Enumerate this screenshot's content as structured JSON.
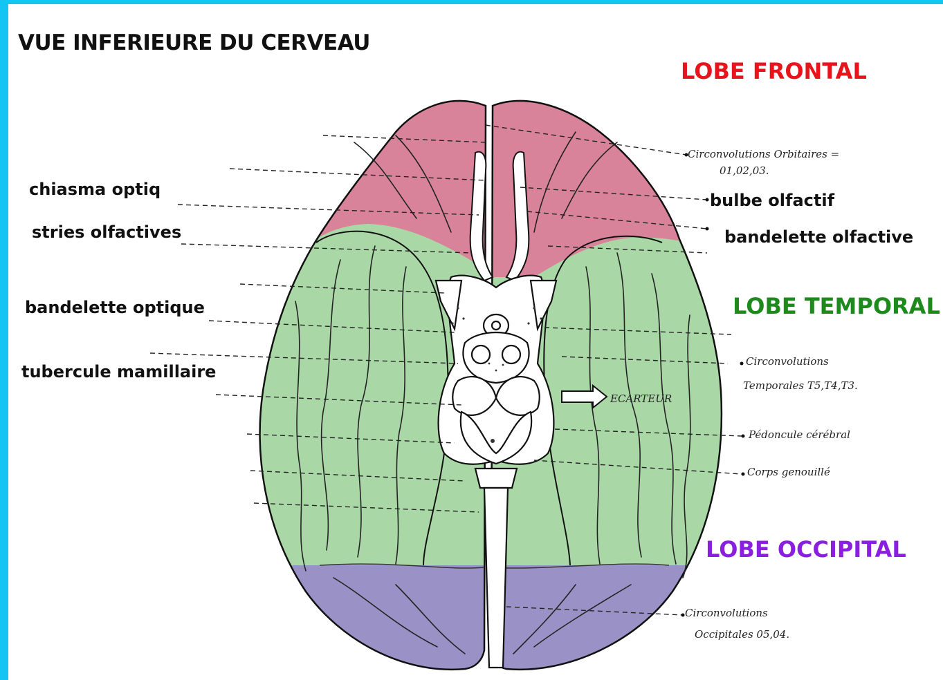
{
  "title": "VUE INFERIEURE DU CERVEAU",
  "lobes": {
    "frontal": "LOBE FRONTAL",
    "temporal": "LOBE TEMPORAL",
    "occipital": "LOBE OCCIPITAL"
  },
  "left_labels": {
    "chiasma": "chiasma optiq",
    "stries": "stries olfactives",
    "bandelette_optique": "bandelette optique",
    "tubercule": "tubercule mamillaire"
  },
  "right_labels": {
    "bulbe": "bulbe olfactif",
    "bandelette_olfactive": "bandelette olfactive"
  },
  "handwritten": {
    "orbitaires_1": "Circonvolutions Orbitaires =",
    "orbitaires_2": "01,02,03.",
    "temporales_1": "Circonvolutions",
    "temporales_2": "Temporales T5,T4,T3.",
    "ecarteur": "ECARTEUR",
    "pedoncule": "Pédoncule cérébral",
    "corps": "Corps genouillé",
    "occipitales_1": "Circonvolutions",
    "occipitales_2": "Occipitales 05,04."
  },
  "colors": {
    "border": "#14c4f2",
    "frontal_label": "#e8141b",
    "temporal_label": "#1e8a1e",
    "occipital_label": "#8a1fe0",
    "frontal_fill": "#d9839b",
    "temporal_fill": "#a9d8a6",
    "occipital_fill": "#9a92c6"
  }
}
